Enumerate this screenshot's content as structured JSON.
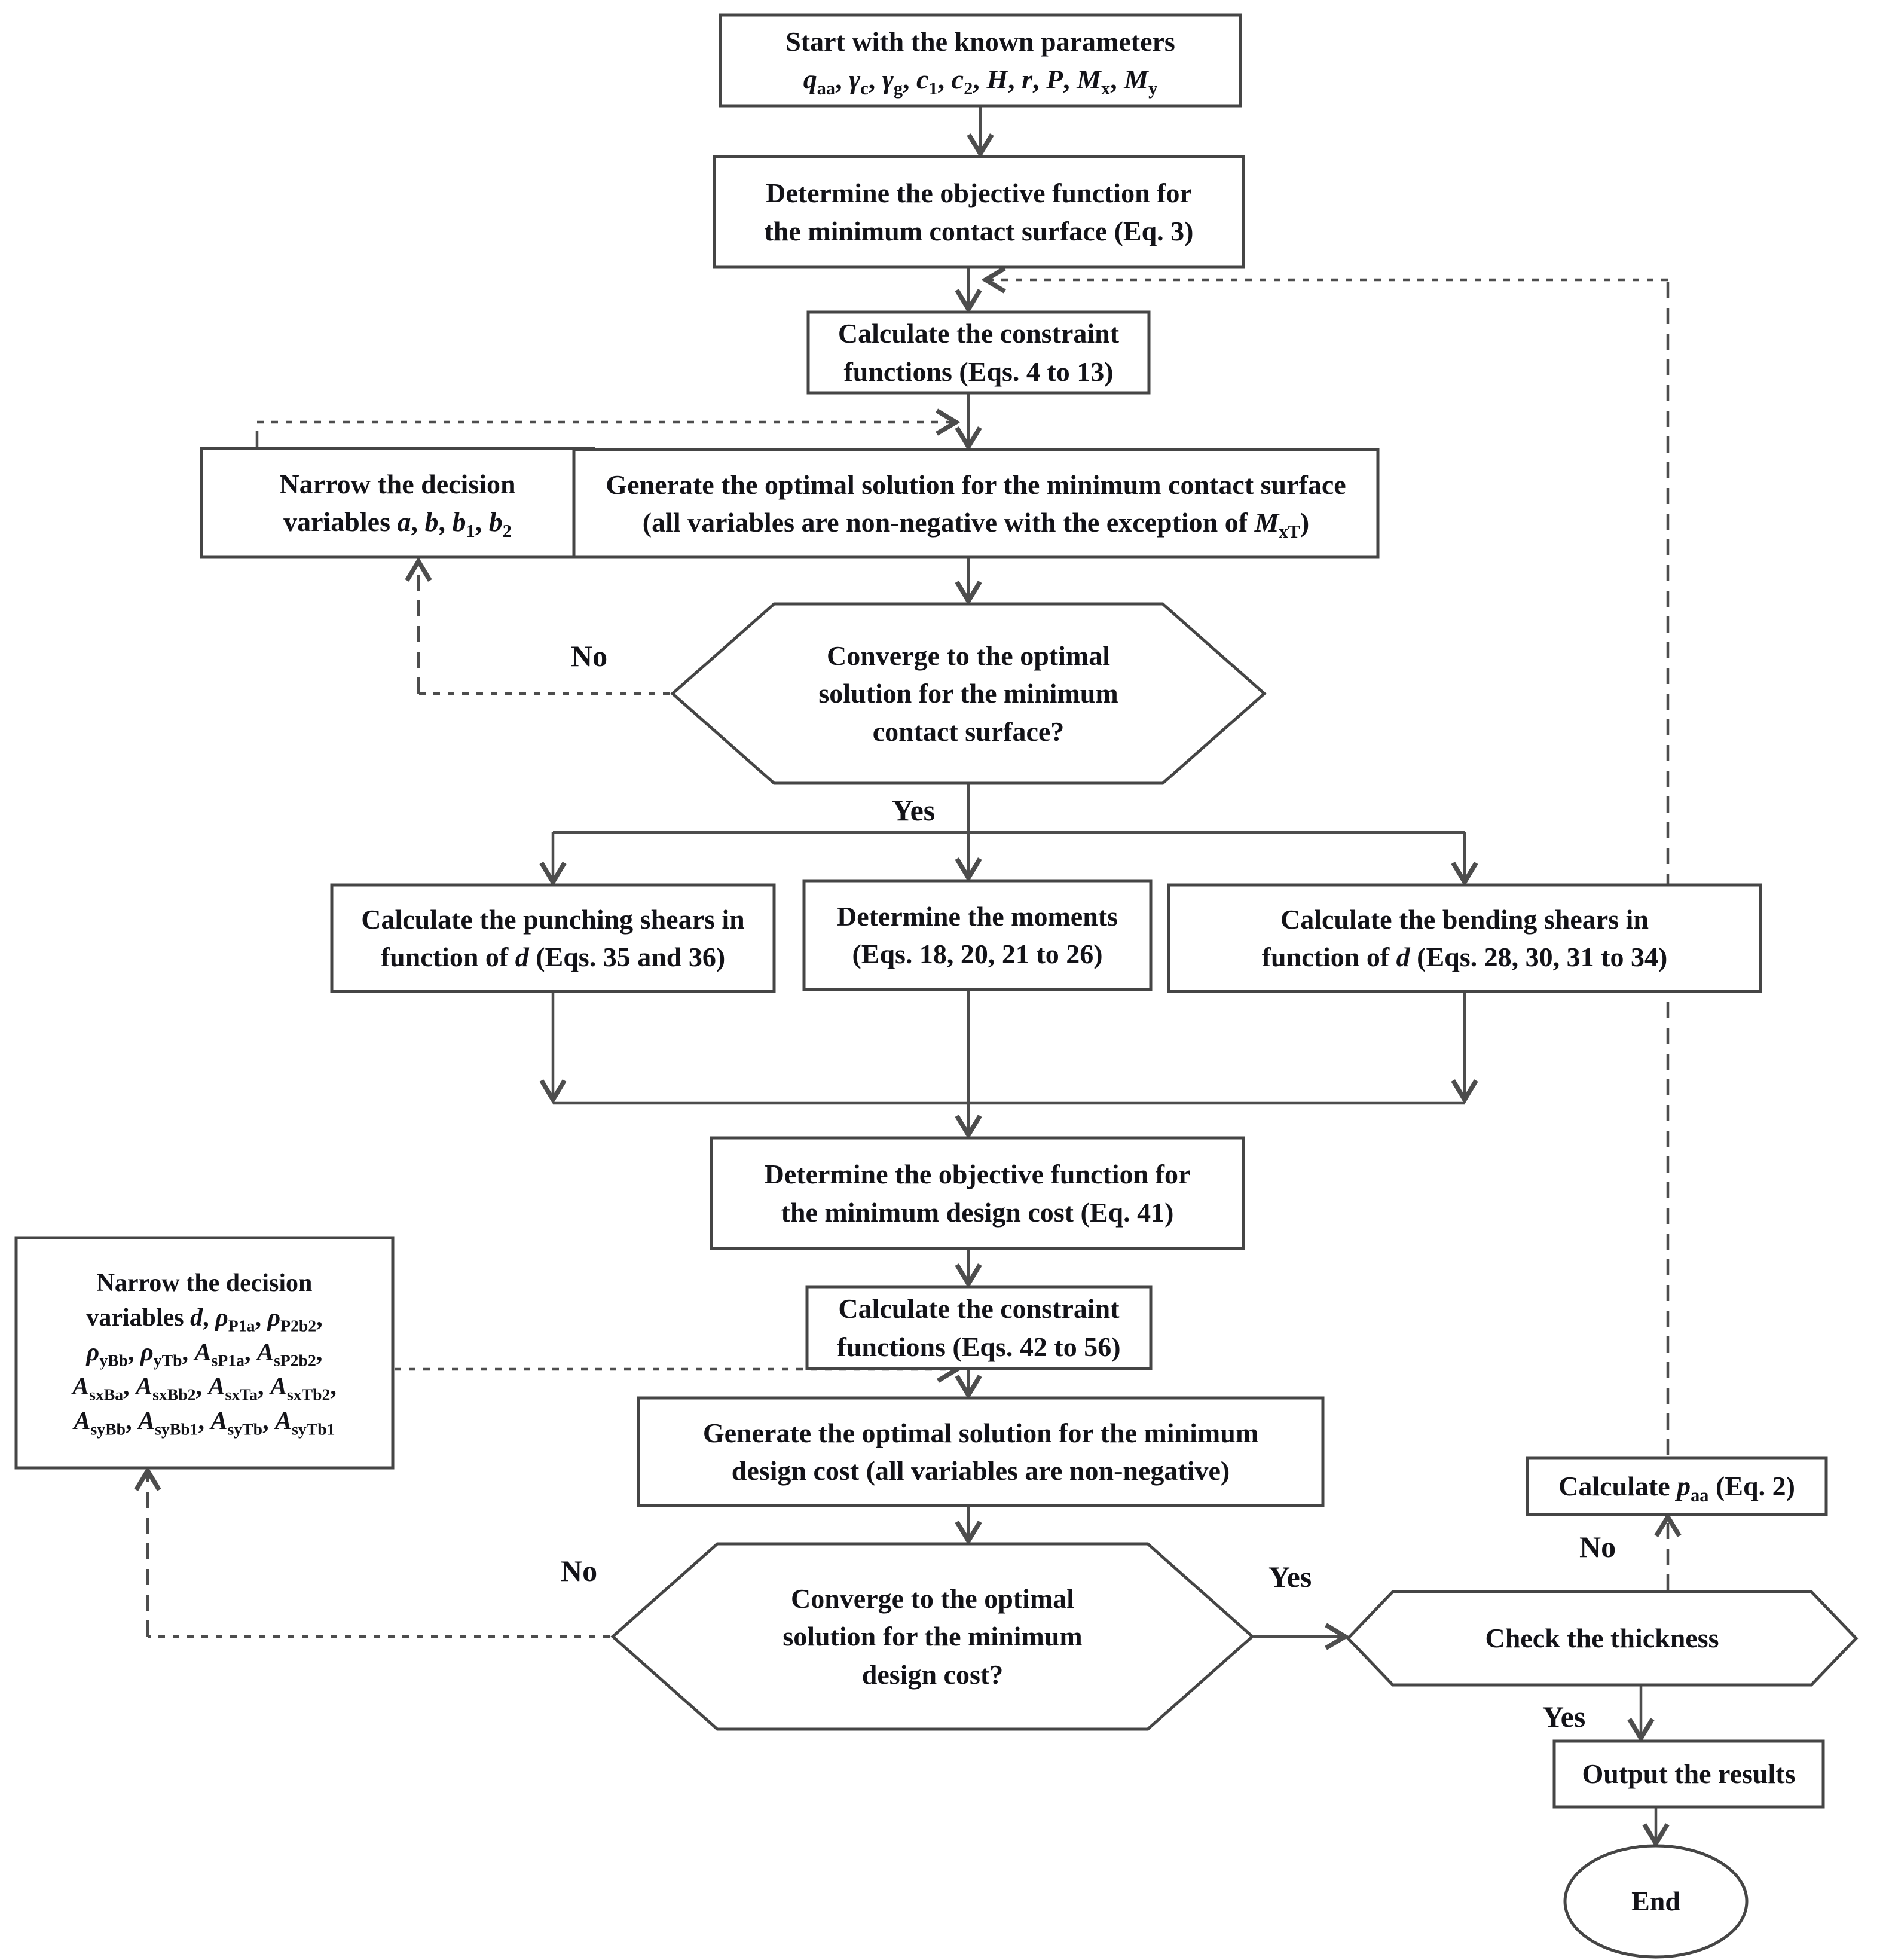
{
  "nodes": {
    "start": {
      "lines": [
        "Start with the known parameters",
        "*q*_{aa}, *γ*_{c}, *γ*_{g}, *c*_{1}, *c*_{2}, *H*, *r*, *P*, *M*_{x}, *M*_{y}"
      ]
    },
    "objective_surface": {
      "lines": [
        "Determine the objective function for",
        "the minimum contact surface (Eq. 3)"
      ]
    },
    "constraints_surface": {
      "lines": [
        "Calculate the constraint",
        "functions (Eqs. 4 to 13)"
      ]
    },
    "narrow_surface": {
      "lines": [
        "Narrow the decision",
        "variables *a*, *b*, *b*_{1}, *b*_{2}"
      ]
    },
    "generate_surface": {
      "lines": [
        "Generate the optimal solution for the minimum contact surface",
        "(all variables are non-negative with the exception of *M*_{xT})"
      ]
    },
    "converge_surface": {
      "lines": [
        "Converge to the optimal",
        "solution for the minimum",
        "contact surface?"
      ]
    },
    "punching_shears": {
      "lines": [
        "Calculate the punching shears in",
        "function of *d* (Eqs. 35 and 36)"
      ]
    },
    "moments": {
      "lines": [
        "Determine the moments",
        "(Eqs. 18, 20, 21 to 26)"
      ]
    },
    "bending_shears": {
      "lines": [
        "Calculate the bending shears in",
        "function of *d* (Eqs. 28, 30, 31 to 34)"
      ]
    },
    "objective_cost": {
      "lines": [
        "Determine the objective function for",
        "the minimum design cost (Eq. 41)"
      ]
    },
    "constraints_cost": {
      "lines": [
        "Calculate the constraint",
        "functions (Eqs. 42 to 56)"
      ]
    },
    "narrow_cost": {
      "lines": [
        "Narrow the decision",
        "variables *d*, *ρ*_{P1a}, *ρ*_{P2b2},",
        "*ρ*_{yBb}, *ρ*_{yTb}, *A*_{sP1a}, *A*_{sP2b2},",
        "*A*_{sxBa}, *A*_{sxBb2}, *A*_{sxTa}, *A*_{sxTb2},",
        "*A*_{syBb}, *A*_{syBb1}, *A*_{syTb}, *A*_{syTb1}"
      ]
    },
    "generate_cost": {
      "lines": [
        "Generate the optimal solution for the minimum",
        "design cost (all variables are non-negative)"
      ]
    },
    "converge_cost": {
      "lines": [
        "Converge to the optimal",
        "solution for the minimum",
        "design cost?"
      ]
    },
    "calc_paa": {
      "lines": [
        "Calculate *p*_{aa} (Eq. 2)"
      ]
    },
    "check_thickness": {
      "lines": [
        "Check the thickness"
      ]
    },
    "output_results": {
      "lines": [
        "Output the results"
      ]
    },
    "end": {
      "lines": [
        "End"
      ]
    }
  },
  "labels": {
    "converge_surface_no": "No",
    "converge_surface_yes": "Yes",
    "converge_cost_no": "No",
    "converge_cost_yes": "Yes",
    "check_thickness_no": "No",
    "check_thickness_yes": "Yes"
  },
  "colors": {
    "box_border": "#454545",
    "line": "#4d4d4d",
    "text": "#131318",
    "background": "#ffffff"
  }
}
